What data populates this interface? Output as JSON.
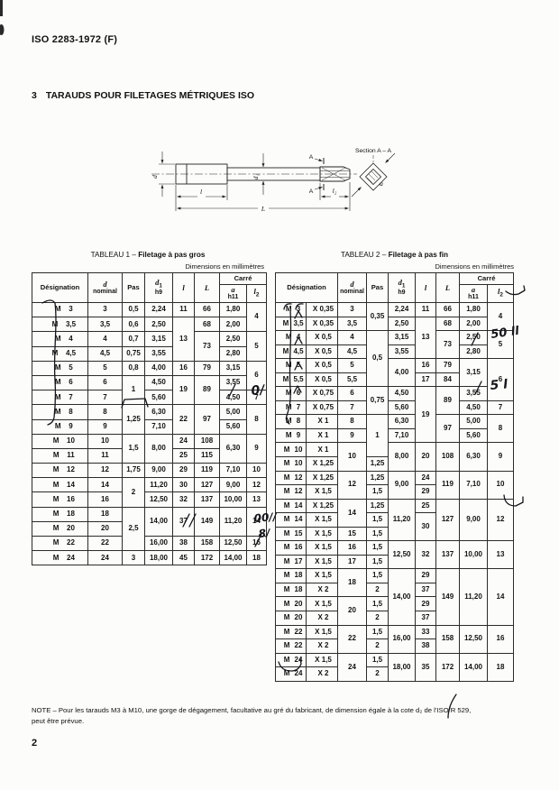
{
  "header": {
    "doc_ref": "ISO 2283-1972 (F)",
    "section_number": "3",
    "section_title": "TARAUDS POUR FILETAGES MÉTRIQUES ISO"
  },
  "drawing": {
    "section_label": "Section A – A",
    "labels": {
      "d": "d",
      "d1": "d₁",
      "l": "l",
      "L": "L",
      "l2": "l₂",
      "a": "a",
      "A_top": "A",
      "A_bottom": "A"
    }
  },
  "columns": {
    "designation": "Désignation",
    "d_sym": "d",
    "d_sub": "nominal",
    "pas": "Pas",
    "d1_sym": "d",
    "d1_idx": "1",
    "d1_tol": "h9",
    "l_sym": "l",
    "L_sym": "L",
    "carre": "Carré",
    "a_sym": "a",
    "a_tol": "h11",
    "l2_sym": "l",
    "l2_idx": "2"
  },
  "table1": {
    "caption_label": "TABLEAU 1 –",
    "caption_title": "Filetage à pas gros",
    "units": "Dimensions en millimètres",
    "rows": [
      {
        "des": [
          "M",
          "3"
        ],
        "cells": [
          [
            "3"
          ],
          [
            "0,5"
          ],
          [
            "2,24"
          ],
          [
            "11"
          ],
          [
            "66"
          ],
          [
            "1,80"
          ],
          [
            "4",
            2
          ]
        ]
      },
      {
        "des": [
          "M",
          "3,5"
        ],
        "cells": [
          [
            "3,5"
          ],
          [
            "0,6"
          ],
          [
            "2,50"
          ],
          [
            "13",
            3
          ],
          [
            "68"
          ],
          [
            "2,00"
          ],
          null
        ]
      },
      {
        "des": [
          "M",
          "4"
        ],
        "cells": [
          [
            "4"
          ],
          [
            "0,7"
          ],
          [
            "3,15"
          ],
          null,
          [
            "73",
            2
          ],
          [
            "2,50"
          ],
          [
            "5",
            2
          ]
        ]
      },
      {
        "des": [
          "M",
          "4,5"
        ],
        "cells": [
          [
            "4,5"
          ],
          [
            "0,75"
          ],
          [
            "3,55"
          ],
          null,
          null,
          [
            "2,80"
          ],
          null
        ]
      },
      {
        "des": [
          "M",
          "5"
        ],
        "cells": [
          [
            "5"
          ],
          [
            "0,8"
          ],
          [
            "4,00"
          ],
          [
            "16"
          ],
          [
            "79"
          ],
          [
            "3,15"
          ],
          [
            "6",
            2
          ]
        ]
      },
      {
        "des": [
          "M",
          "6"
        ],
        "cells": [
          [
            "6"
          ],
          [
            "1",
            2
          ],
          [
            "4,50"
          ],
          [
            "19",
            2
          ],
          [
            "89",
            2
          ],
          [
            "3,55"
          ],
          null
        ]
      },
      {
        "des": [
          "M",
          "7"
        ],
        "cells": [
          [
            "7"
          ],
          null,
          [
            "5,60"
          ],
          null,
          null,
          [
            "4,50"
          ],
          [
            "7"
          ]
        ]
      },
      {
        "des": [
          "M",
          "8"
        ],
        "cells": [
          [
            "8"
          ],
          [
            "1,25",
            2
          ],
          [
            "6,30"
          ],
          [
            "22",
            2
          ],
          [
            "97",
            2
          ],
          [
            "5,00"
          ],
          [
            "8",
            2
          ]
        ]
      },
      {
        "des": [
          "M",
          "9"
        ],
        "cells": [
          [
            "9"
          ],
          null,
          [
            "7,10"
          ],
          null,
          null,
          [
            "5,60"
          ],
          null
        ]
      },
      {
        "des": [
          "M",
          "10"
        ],
        "cells": [
          [
            "10"
          ],
          [
            "1,5",
            2
          ],
          [
            "8,00",
            2
          ],
          [
            "24"
          ],
          [
            "108"
          ],
          [
            "6,30",
            2
          ],
          [
            "9",
            2
          ]
        ]
      },
      {
        "des": [
          "M",
          "11"
        ],
        "cells": [
          [
            "11"
          ],
          null,
          null,
          [
            "25"
          ],
          [
            "115"
          ],
          null,
          null
        ]
      },
      {
        "des": [
          "M",
          "12"
        ],
        "cells": [
          [
            "12"
          ],
          [
            "1,75"
          ],
          [
            "9,00"
          ],
          [
            "29"
          ],
          [
            "119"
          ],
          [
            "7,10"
          ],
          [
            "10"
          ]
        ]
      },
      {
        "des": [
          "M",
          "14"
        ],
        "cells": [
          [
            "14"
          ],
          [
            "2",
            2
          ],
          [
            "11,20"
          ],
          [
            "30"
          ],
          [
            "127"
          ],
          [
            "9,00"
          ],
          [
            "12"
          ]
        ]
      },
      {
        "des": [
          "M",
          "16"
        ],
        "cells": [
          [
            "16"
          ],
          null,
          [
            "12,50"
          ],
          [
            "32"
          ],
          [
            "137"
          ],
          [
            "10,00"
          ],
          [
            "13"
          ]
        ]
      },
      {
        "des": [
          "M",
          "18"
        ],
        "cells": [
          [
            "18"
          ],
          [
            "2,5",
            3
          ],
          [
            "14,00",
            2
          ],
          [
            "37",
            2
          ],
          [
            "149",
            2
          ],
          [
            "11,20",
            2
          ],
          [
            "14",
            2
          ]
        ]
      },
      {
        "des": [
          "M",
          "20"
        ],
        "cells": [
          [
            "20"
          ],
          null,
          null,
          null,
          null,
          null,
          null
        ]
      },
      {
        "des": [
          "M",
          "22"
        ],
        "cells": [
          [
            "22"
          ],
          null,
          [
            "16,00"
          ],
          [
            "38"
          ],
          [
            "158"
          ],
          [
            "12,50"
          ],
          [
            "16"
          ]
        ]
      },
      {
        "des": [
          "M",
          "24"
        ],
        "cells": [
          [
            "24"
          ],
          [
            "3"
          ],
          [
            "18,00"
          ],
          [
            "45"
          ],
          [
            "172"
          ],
          [
            "14,00"
          ],
          [
            "18"
          ]
        ]
      }
    ]
  },
  "table2": {
    "caption_label": "TABLEAU 2 –",
    "caption_title": "Filetage à pas fin",
    "units": "Dimensions en millimètres",
    "rows": [
      {
        "des": [
          "M",
          "3",
          "X 0,35"
        ],
        "cells": [
          [
            "3"
          ],
          [
            "0,35",
            2
          ],
          [
            "2,24"
          ],
          [
            "11"
          ],
          [
            "66"
          ],
          [
            "1,80"
          ],
          [
            "4",
            2
          ]
        ]
      },
      {
        "des": [
          "M",
          "3,5",
          "X 0,35"
        ],
        "cells": [
          [
            "3,5"
          ],
          null,
          [
            "2,50"
          ],
          [
            "13",
            3
          ],
          [
            "68"
          ],
          [
            "2,00"
          ],
          null
        ]
      },
      {
        "des": [
          "M",
          "4",
          "X 0,5"
        ],
        "cells": [
          [
            "4"
          ],
          [
            "0,5",
            4
          ],
          [
            "3,15"
          ],
          null,
          [
            "73",
            2
          ],
          [
            "2,50"
          ],
          [
            "5",
            2
          ]
        ]
      },
      {
        "des": [
          "M",
          "4,5",
          "X 0,5"
        ],
        "cells": [
          [
            "4,5"
          ],
          null,
          [
            "3,55"
          ],
          null,
          null,
          [
            "2,80"
          ],
          null
        ]
      },
      {
        "des": [
          "M",
          "5",
          "X 0,5"
        ],
        "cells": [
          [
            "5"
          ],
          null,
          [
            "4,00",
            2
          ],
          [
            "16"
          ],
          [
            "79"
          ],
          [
            "3,15",
            2
          ],
          [
            "6",
            3
          ]
        ]
      },
      {
        "des": [
          "M",
          "5,5",
          "X 0,5"
        ],
        "cells": [
          [
            "5,5"
          ],
          null,
          null,
          [
            "17"
          ],
          [
            "84"
          ],
          null,
          null
        ]
      },
      {
        "des": [
          "M",
          "6",
          "X 0,75"
        ],
        "cells": [
          [
            "6"
          ],
          [
            "0,75",
            2
          ],
          [
            "4,50"
          ],
          [
            "19",
            4
          ],
          [
            "89",
            2
          ],
          [
            "3,55"
          ],
          null
        ]
      },
      {
        "des": [
          "M",
          "7",
          "X 0,75"
        ],
        "cells": [
          [
            "7"
          ],
          null,
          [
            "5,60"
          ],
          null,
          null,
          [
            "4,50"
          ],
          [
            "7"
          ]
        ]
      },
      {
        "des": [
          "M",
          "8",
          "X 1"
        ],
        "cells": [
          [
            "8"
          ],
          [
            "1",
            3
          ],
          [
            "6,30"
          ],
          null,
          [
            "97",
            2
          ],
          [
            "5,00"
          ],
          [
            "8",
            2
          ]
        ]
      },
      {
        "des": [
          "M",
          "9",
          "X 1"
        ],
        "cells": [
          [
            "9"
          ],
          null,
          [
            "7,10"
          ],
          null,
          null,
          [
            "5,60"
          ],
          null
        ]
      },
      {
        "des": [
          "M",
          "10",
          "X 1"
        ],
        "cells": [
          [
            "10",
            2
          ],
          null,
          [
            "8,00",
            2
          ],
          [
            "20",
            2
          ],
          [
            "108",
            2
          ],
          [
            "6,30",
            2
          ],
          [
            "9",
            2
          ]
        ]
      },
      {
        "des": [
          "M",
          "10",
          "X 1,25"
        ],
        "cells": [
          null,
          [
            "1,25"
          ],
          null,
          null,
          null,
          null,
          null
        ]
      },
      {
        "des": [
          "M",
          "12",
          "X 1,25"
        ],
        "cells": [
          [
            "12",
            2
          ],
          [
            "1,25"
          ],
          [
            "9,00",
            2
          ],
          [
            "24"
          ],
          [
            "119",
            2
          ],
          [
            "7,10",
            2
          ],
          [
            "10",
            2
          ]
        ]
      },
      {
        "des": [
          "M",
          "12",
          "X 1,5"
        ],
        "cells": [
          null,
          [
            "1,5"
          ],
          null,
          [
            "29"
          ],
          null,
          null,
          null
        ]
      },
      {
        "des": [
          "M",
          "14",
          "X 1,25"
        ],
        "cells": [
          [
            "14",
            2
          ],
          [
            "1,25"
          ],
          [
            "11,20",
            3
          ],
          [
            "25"
          ],
          [
            "127",
            3
          ],
          [
            "9,00",
            3
          ],
          [
            "12",
            3
          ]
        ]
      },
      {
        "des": [
          "M",
          "14",
          "X 1,5"
        ],
        "cells": [
          null,
          [
            "1,5"
          ],
          null,
          [
            "30",
            2
          ],
          null,
          null,
          null
        ]
      },
      {
        "des": [
          "M",
          "15",
          "X 1,5"
        ],
        "cells": [
          [
            "15"
          ],
          [
            "1,5"
          ],
          null,
          null,
          null,
          null,
          null
        ]
      },
      {
        "des": [
          "M",
          "16",
          "X 1,5"
        ],
        "cells": [
          [
            "16"
          ],
          [
            "1,5"
          ],
          [
            "12,50",
            2
          ],
          [
            "32",
            2
          ],
          [
            "137",
            2
          ],
          [
            "10,00",
            2
          ],
          [
            "13",
            2
          ]
        ]
      },
      {
        "des": [
          "M",
          "17",
          "X 1,5"
        ],
        "cells": [
          [
            "17"
          ],
          [
            "1,5"
          ],
          null,
          null,
          null,
          null,
          null
        ]
      },
      {
        "des": [
          "M",
          "18",
          "X 1,5"
        ],
        "cells": [
          [
            "18",
            2
          ],
          [
            "1,5"
          ],
          [
            "14,00",
            4
          ],
          [
            "29"
          ],
          [
            "149",
            4
          ],
          [
            "11,20",
            4
          ],
          [
            "14",
            4
          ]
        ]
      },
      {
        "des": [
          "M",
          "18",
          "X 2"
        ],
        "cells": [
          null,
          [
            "2"
          ],
          null,
          [
            "37"
          ],
          null,
          null,
          null
        ]
      },
      {
        "des": [
          "M",
          "20",
          "X 1,5"
        ],
        "cells": [
          [
            "20",
            2
          ],
          [
            "1,5"
          ],
          null,
          [
            "29"
          ],
          null,
          null,
          null
        ]
      },
      {
        "des": [
          "M",
          "20",
          "X 2"
        ],
        "cells": [
          null,
          [
            "2"
          ],
          null,
          [
            "37"
          ],
          null,
          null,
          null
        ]
      },
      {
        "des": [
          "M",
          "22",
          "X 1,5"
        ],
        "cells": [
          [
            "22",
            2
          ],
          [
            "1,5"
          ],
          [
            "16,00",
            2
          ],
          [
            "33"
          ],
          [
            "158",
            2
          ],
          [
            "12,50",
            2
          ],
          [
            "16",
            2
          ]
        ]
      },
      {
        "des": [
          "M",
          "22",
          "X 2"
        ],
        "cells": [
          null,
          [
            "2"
          ],
          null,
          [
            "38"
          ],
          null,
          null,
          null
        ]
      },
      {
        "des": [
          "M",
          "24",
          "X 1,5"
        ],
        "cells": [
          [
            "24",
            2
          ],
          [
            "1,5"
          ],
          [
            "18,00",
            2
          ],
          [
            "35",
            2
          ],
          [
            "172",
            2
          ],
          [
            "14,00",
            2
          ],
          [
            "18",
            2
          ]
        ]
      },
      {
        "des": [
          "M",
          "24",
          "X 2"
        ],
        "cells": [
          null,
          [
            "2"
          ],
          null,
          null,
          null,
          null,
          null
        ]
      }
    ]
  },
  "footer": {
    "note_line1": "NOTE – Pour les tarauds M3 à M10, une gorge de dégagement, facultative au gré du fabricant, de dimension égale à la cote d₂ de l'ISO/R 529,",
    "note_line2": "peut être prévue.",
    "page_number": "2"
  },
  "annotations": {
    "marks": {
      "m1": "0/",
      "m2": "00//",
      "m3": "8/",
      "m4": "50 ll",
      "m5": "5 l"
    }
  }
}
